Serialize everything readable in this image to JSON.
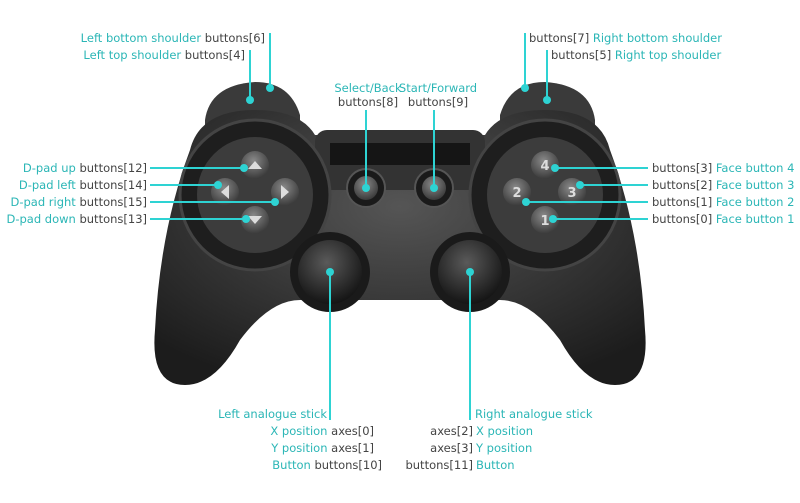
{
  "colors": {
    "accent": "#2bb6b6",
    "dot": "#2ed3d3",
    "body": "#2b2b2b"
  },
  "labels": {
    "lbs": {
      "name": "Left bottom shoulder",
      "code": "buttons[6]"
    },
    "lts": {
      "name": "Left top shoulder",
      "code": "buttons[4]"
    },
    "rbs": {
      "name": "Right bottom shoulder",
      "code": "buttons[7]"
    },
    "rts": {
      "name": "Right top shoulder",
      "code": "buttons[5]"
    },
    "select": {
      "name": "Select/Back",
      "code": "buttons[8]"
    },
    "start": {
      "name": "Start/Forward",
      "code": "buttons[9]"
    },
    "dup": {
      "name": "D-pad up",
      "code": "buttons[12]"
    },
    "dleft": {
      "name": "D-pad left",
      "code": "buttons[14]"
    },
    "dright": {
      "name": "D-pad right",
      "code": "buttons[15]"
    },
    "ddown": {
      "name": "D-pad down",
      "code": "buttons[13]"
    },
    "f4": {
      "name": "Face button 4",
      "code": "buttons[3]",
      "glyph": "4"
    },
    "f3": {
      "name": "Face button 3",
      "code": "buttons[2]",
      "glyph": "3"
    },
    "f2": {
      "name": "Face button 2",
      "code": "buttons[1]",
      "glyph": "2"
    },
    "f1": {
      "name": "Face button 1",
      "code": "buttons[0]",
      "glyph": "1"
    },
    "lstick": {
      "title": "Left analogue stick",
      "x": "X position",
      "xcode": "axes[0]",
      "y": "Y position",
      "ycode": "axes[1]",
      "b": "Button",
      "bcode": "buttons[10]"
    },
    "rstick": {
      "title": "Right analogue stick",
      "x": "X position",
      "xcode": "axes[2]",
      "y": "Y position",
      "ycode": "axes[3]",
      "b": "Button",
      "bcode": "buttons[11]"
    }
  }
}
